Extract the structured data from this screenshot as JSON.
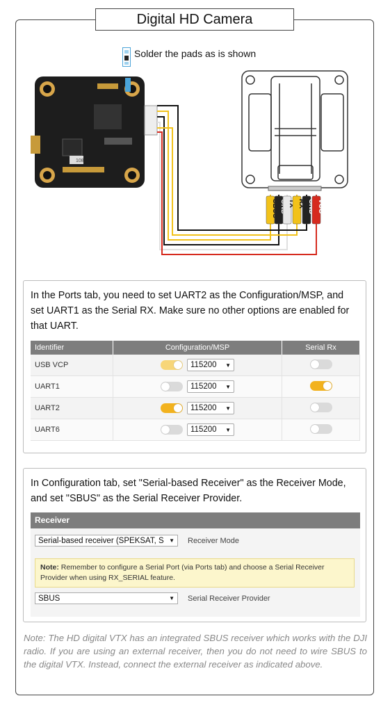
{
  "title": "Digital HD Camera",
  "solder_note": "Solder the pads as is shown",
  "pin_labels": [
    "SBUS",
    "GND",
    "TX",
    "RX",
    "GND",
    "VCC"
  ],
  "board_chip_text": "108",
  "ports_box": {
    "text": "In the Ports tab, you need to set UART2 as the Configuration/MSP, and set UART1 as the Serial RX. Make sure no other options are enabled for that UART.",
    "headers": [
      "Identifier",
      "Configuration/MSP",
      "Serial Rx"
    ],
    "rows": [
      {
        "id": "USB VCP",
        "msp": "on-pale",
        "baud": "115200",
        "rx": "off"
      },
      {
        "id": "UART1",
        "msp": "off",
        "baud": "115200",
        "rx": "on"
      },
      {
        "id": "UART2",
        "msp": "on",
        "baud": "115200",
        "rx": "off"
      },
      {
        "id": "UART6",
        "msp": "off",
        "baud": "115200",
        "rx": "off"
      }
    ]
  },
  "config_box": {
    "text": "In Configuration tab, set \"Serial-based Receiver\" as the Receiver Mode, and set \"SBUS\" as the Serial Receiver Provider.",
    "panel_title": "Receiver",
    "mode_value": "Serial-based receiver (SPEKSAT, S",
    "mode_label": "Receiver Mode",
    "note_bold": "Note:",
    "note_text": " Remember to configure a Serial Port (via Ports tab) and choose a Serial Receiver Provider when using RX_SERIAL feature.",
    "provider_value": "SBUS",
    "provider_label": "Serial Receiver Provider"
  },
  "footnote": "Note: The HD digital VTX has an integrated SBUS receiver which works with the DJI radio. If you are using an external receiver, then you do not need to wire SBUS to the digital VTX. Instead, connect the external receiver as indicated above.",
  "colors": {
    "accent": "#f2b21e",
    "header": "#7d7d7d",
    "wire_red": "#d62a1e",
    "wire_yellow": "#f2c21a",
    "wire_black": "#111111",
    "wire_white": "#e8e8e8"
  }
}
